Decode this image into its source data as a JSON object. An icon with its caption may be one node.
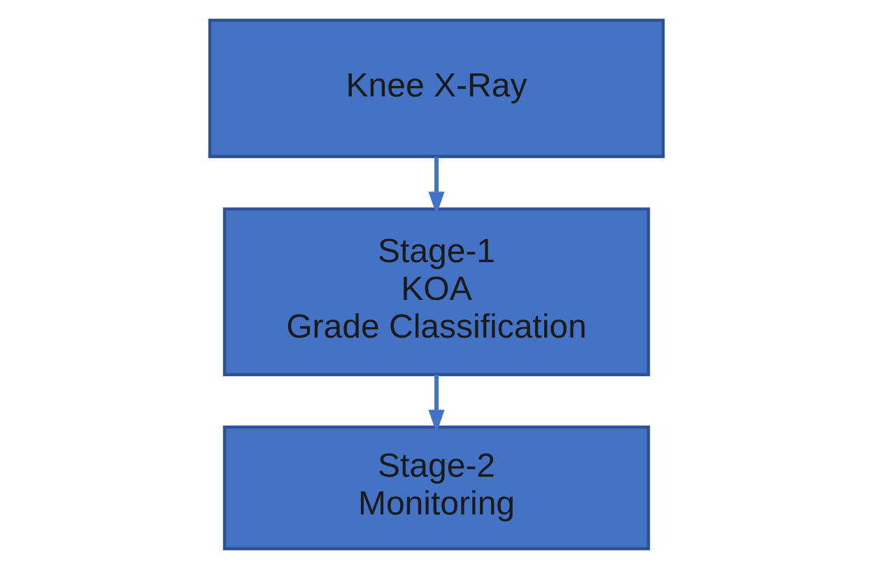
{
  "diagram": {
    "nodes": [
      {
        "text": [
          "Knee X-Ray"
        ]
      },
      {
        "text": [
          "Stage-1 KOA Grade Classification"
        ]
      },
      {
        "text": [
          "Stage-2 Monitoring"
        ]
      }
    ],
    "edges": [
      {
        "from": 0,
        "to": 1,
        "arrow": "to"
      },
      {
        "from": 1,
        "to": 2,
        "arrow": "to"
      }
    ]
  }
}
